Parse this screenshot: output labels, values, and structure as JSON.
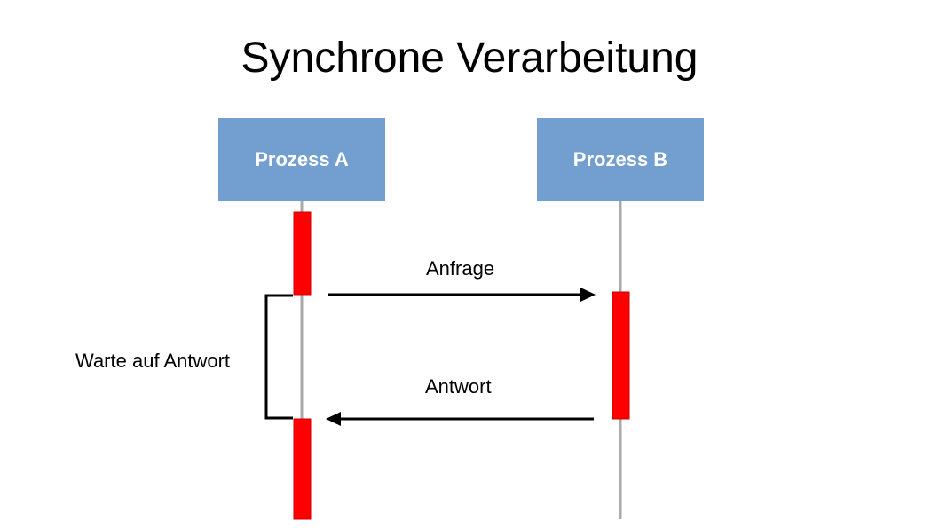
{
  "title": "Synchrone Verarbeitung",
  "processes": [
    {
      "label": "Prozess A"
    },
    {
      "label": "Prozess B"
    }
  ],
  "messages": {
    "request": "Anfrage",
    "response": "Antwort"
  },
  "wait_label": "Warte auf Antwort",
  "colors": {
    "box": "#729fcf",
    "activation": "#ff0000",
    "lifeline": "#aaaaaa",
    "arrow": "#000000"
  }
}
